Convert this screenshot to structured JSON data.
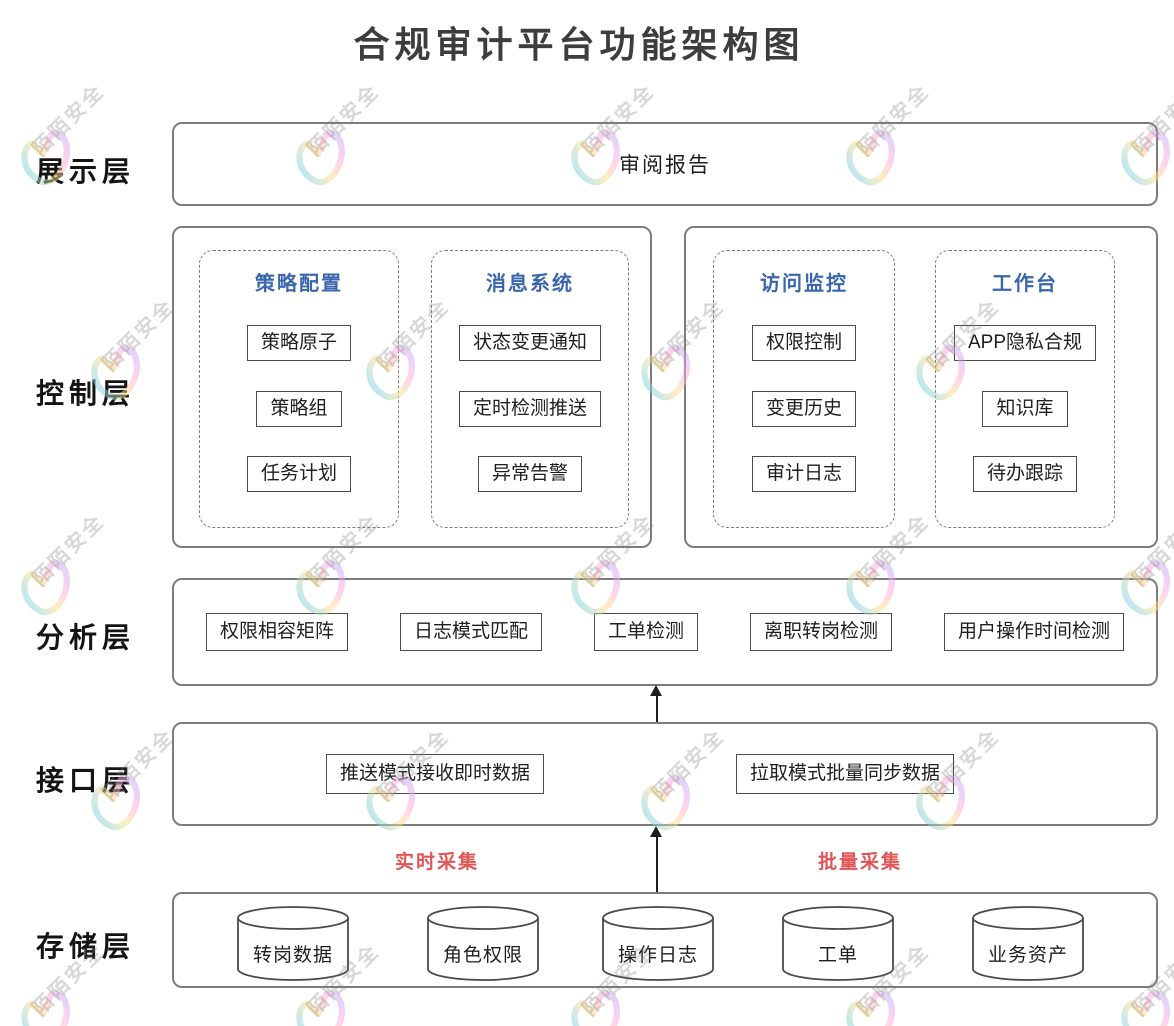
{
  "title": "合规审计平台功能架构图",
  "watermark": {
    "text": "陌陌安全"
  },
  "colors": {
    "group_title_blue": "#3a66ad",
    "collection_red": "#e05555",
    "outer_border_gray": "#7d7d7d",
    "item_border_gray": "#4a4a4a"
  },
  "layers": {
    "presentation": {
      "label": "展示层",
      "items": [
        "审阅报告"
      ]
    },
    "control": {
      "label": "控制层",
      "groups": [
        {
          "title": "策略配置",
          "items": [
            "策略原子",
            "策略组",
            "任务计划"
          ]
        },
        {
          "title": "消息系统",
          "items": [
            "状态变更通知",
            "定时检测推送",
            "异常告警"
          ]
        },
        {
          "title": "访问监控",
          "items": [
            "权限控制",
            "变更历史",
            "审计日志"
          ]
        },
        {
          "title": "工作台",
          "items": [
            "APP隐私合规",
            "知识库",
            "待办跟踪"
          ]
        }
      ]
    },
    "analysis": {
      "label": "分析层",
      "items": [
        "权限相容矩阵",
        "日志模式匹配",
        "工单检测",
        "离职转岗检测",
        "用户操作时间检测"
      ]
    },
    "interface": {
      "label": "接口层",
      "items": [
        "推送模式接收即时数据",
        "拉取模式批量同步数据"
      ]
    },
    "collection_labels": [
      "实时采集",
      "批量采集"
    ],
    "storage": {
      "label": "存储层",
      "items": [
        "转岗数据",
        "角色权限",
        "操作日志",
        "工单",
        "业务资产"
      ]
    }
  }
}
